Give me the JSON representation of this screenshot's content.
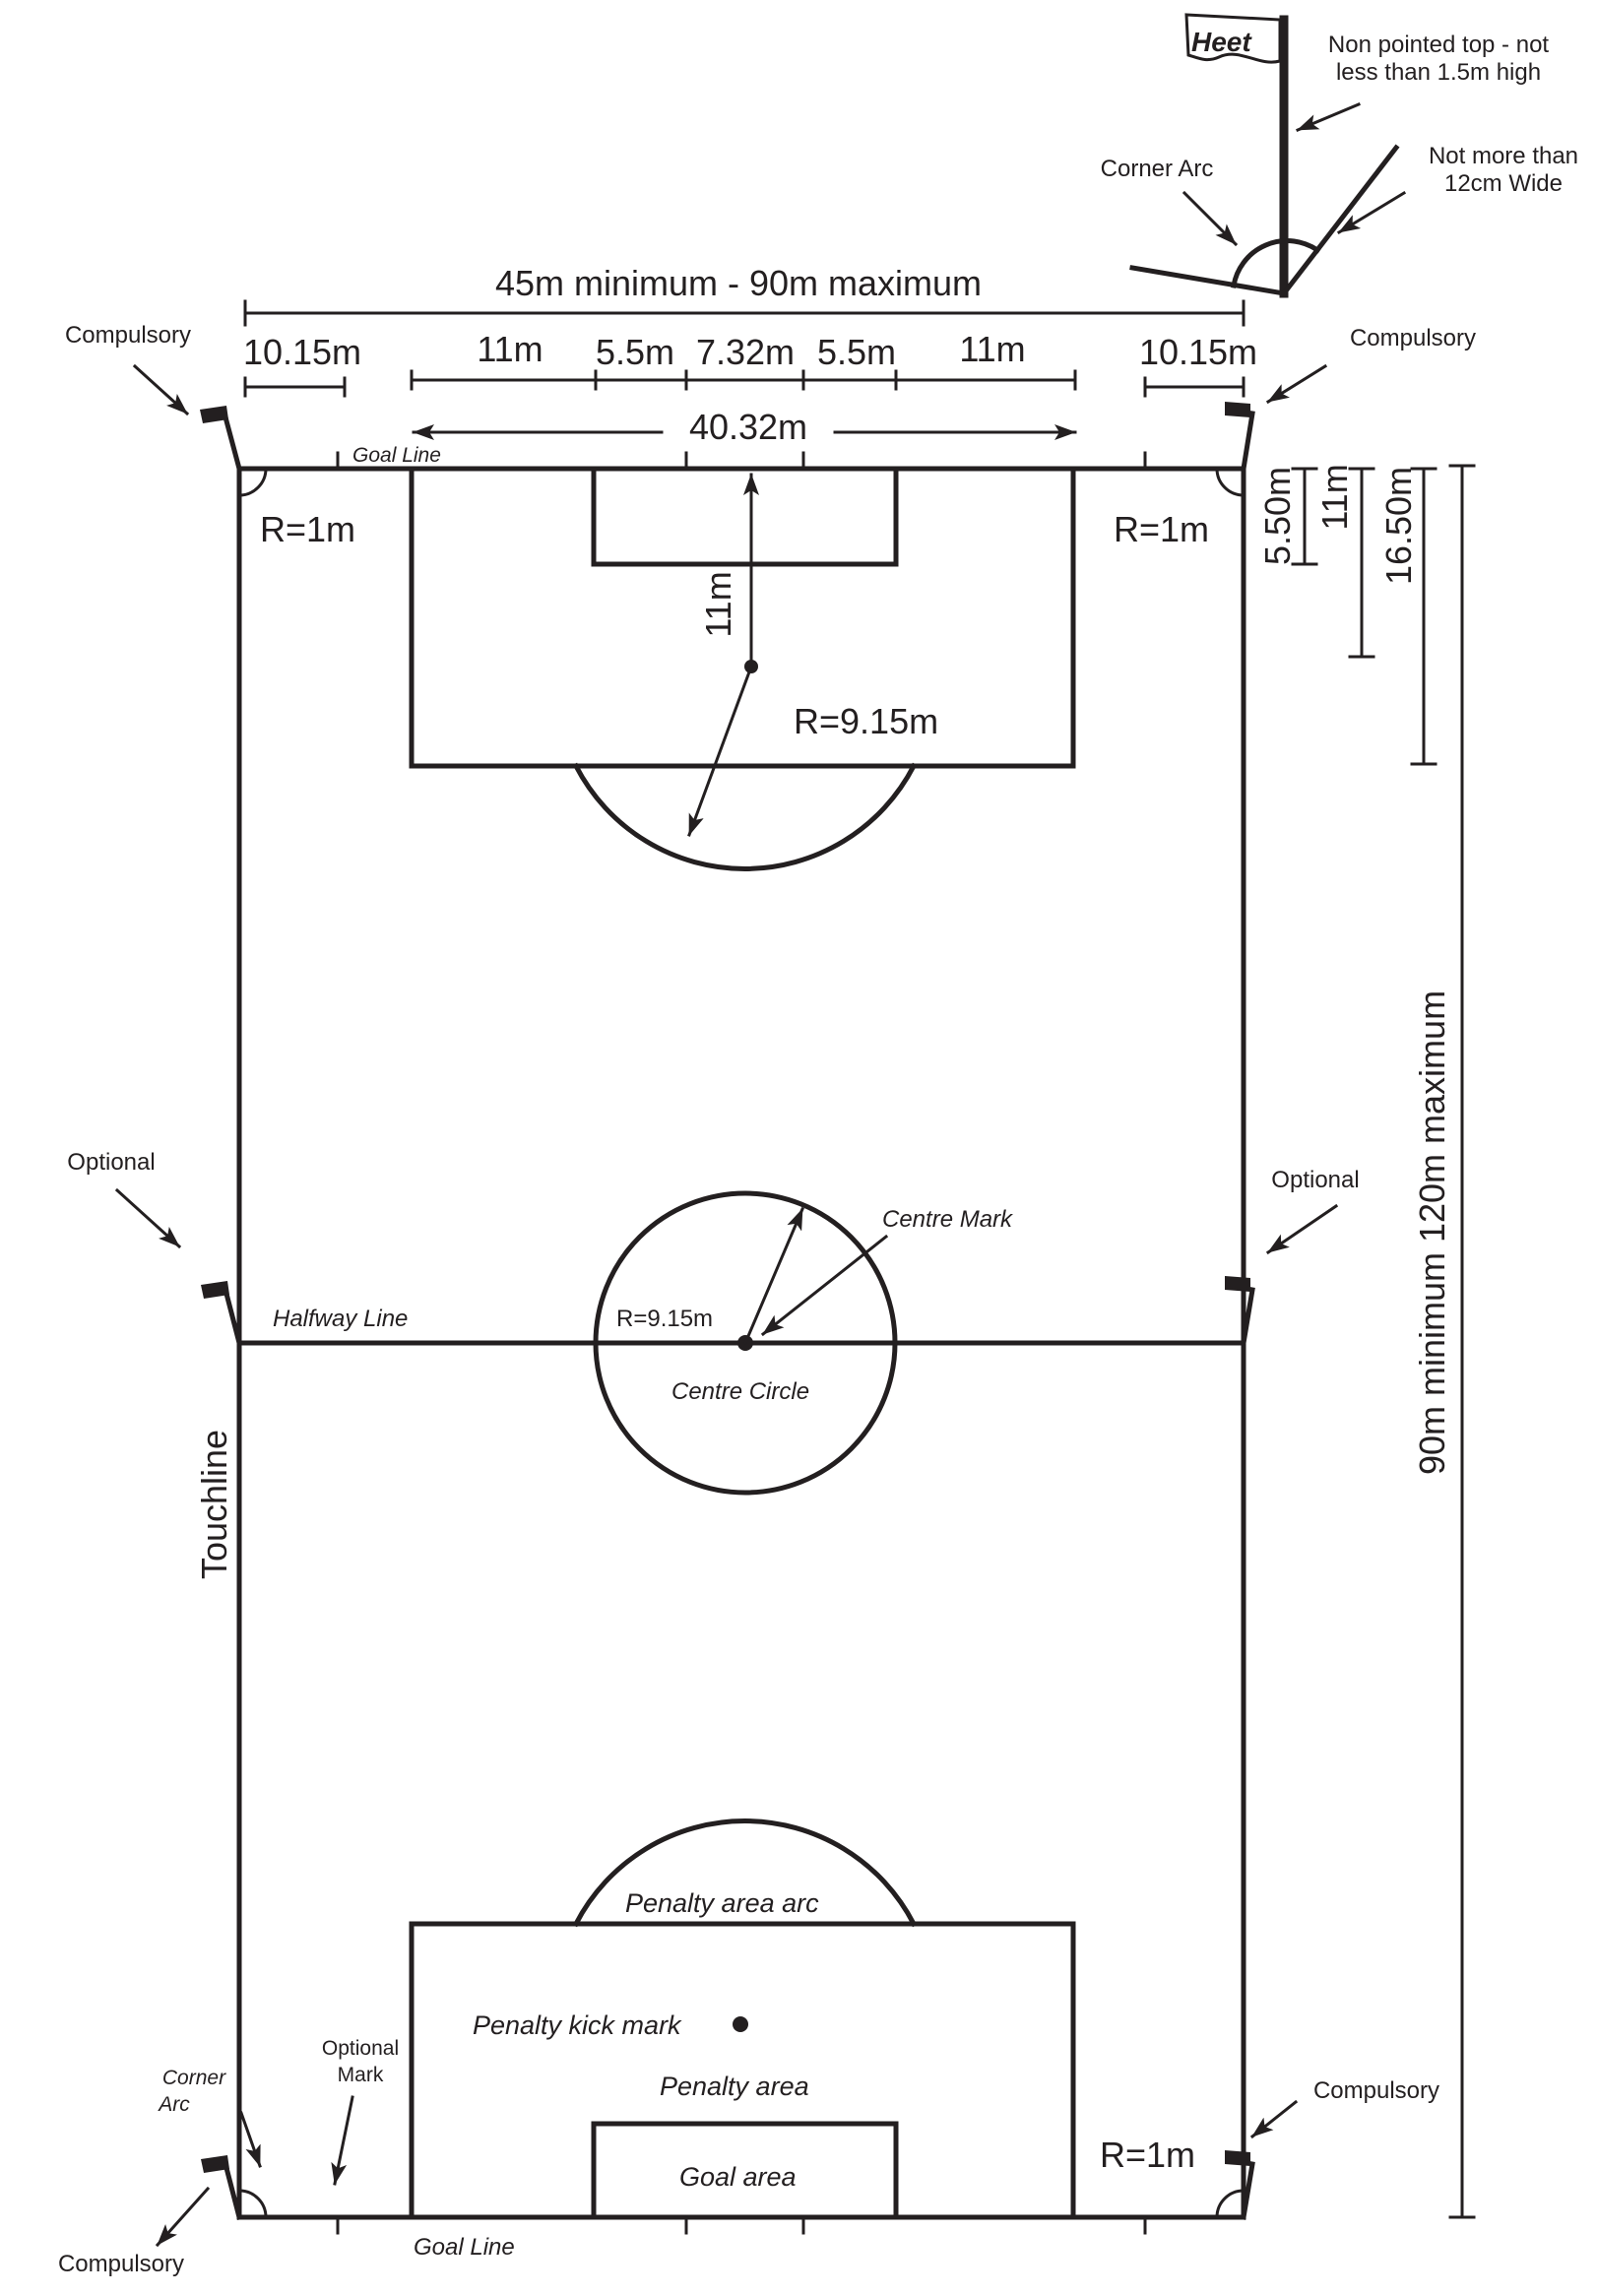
{
  "flag_brand": "Heet",
  "labels": {
    "flag_top_note": "Non pointed top - not less than 1.5m high",
    "flag_width_note": "Not more than 12cm Wide",
    "corner_arc_top": "Corner Arc",
    "width_range": "45m minimum - 90m maximum",
    "length_range": "90m minimum 120m maximum",
    "compulsory": "Compulsory",
    "optional": "Optional",
    "optional_mark": "Optional Mark",
    "corner_arc_bottom": "Corner Arc",
    "goal_line": "Goal Line",
    "touchline": "Touchline",
    "halfway_line": "Halfway Line",
    "centre_mark": "Centre Mark",
    "centre_circle": "Centre Circle",
    "penalty_area_arc": "Penalty area arc",
    "penalty_kick_mark": "Penalty kick mark",
    "penalty_area": "Penalty area",
    "goal_area": "Goal area"
  },
  "measurements": {
    "flank_10_15": "10.15m",
    "m11": "11m",
    "m5_5": "5.5m",
    "goal_width": "7.32m",
    "penalty_area_width": "40.32m",
    "corner_radius": "R=1m",
    "arc_radius": "R=9.15m",
    "centre_radius": "R=9.15m",
    "spot_distance": "11m",
    "goal_area_depth": "5.50m",
    "spot_depth": "11m",
    "penalty_area_depth": "16.50m"
  }
}
